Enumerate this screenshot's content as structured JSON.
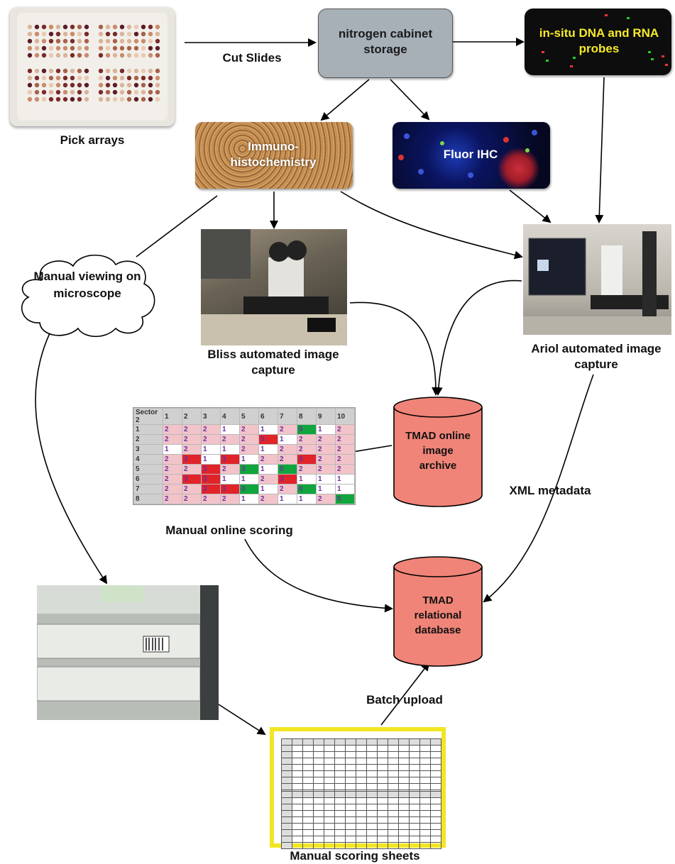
{
  "labels": {
    "pick_arrays": "Pick arrays",
    "cut_slides": "Cut Slides",
    "nitrogen_storage": "nitrogen cabinet storage",
    "insitu_probes": "in-situ DNA and RNA probes",
    "ihc": "Immuno-histochemistry",
    "fluor_ihc": "Fluor IHC",
    "manual_viewing": "Manual viewing on microscope",
    "bliss_capture": "Bliss automated image capture",
    "ariol_capture": "Ariol automated image capture",
    "tmad_archive": "TMAD online image archive",
    "xml_metadata": "XML metadata",
    "manual_online_scoring": "Manual online scoring",
    "tmad_database": "TMAD relational database",
    "batch_upload": "Batch upload",
    "manual_scoring_sheets": "Manual scoring sheets"
  },
  "scoring_grid": {
    "header": [
      "Sector 2",
      "1",
      "2",
      "3",
      "4",
      "5",
      "6",
      "7",
      "8",
      "9",
      "10"
    ],
    "rows": [
      [
        "1",
        "2",
        "2",
        "2",
        "1",
        "2",
        "1",
        "2",
        "0",
        "1",
        "2"
      ],
      [
        "2",
        "2",
        "2",
        "2",
        "2",
        "2",
        "3",
        "1",
        "2",
        "2",
        "2"
      ],
      [
        "3",
        "1",
        "2",
        "1",
        "1",
        "2",
        "1",
        "2",
        "2",
        "2",
        "2"
      ],
      [
        "4",
        "2",
        "3",
        "1",
        "3",
        "1",
        "2",
        "2",
        "3",
        "2",
        "2"
      ],
      [
        "5",
        "2",
        "2",
        "3",
        "2",
        "3",
        "1",
        "0",
        "2",
        "2",
        "2"
      ],
      [
        "6",
        "2",
        "3",
        "3",
        "1",
        "1",
        "2",
        "3",
        "1",
        "1",
        "1"
      ],
      [
        "7",
        "2",
        "2",
        "3",
        "3",
        "0",
        "1",
        "2",
        "0",
        "1",
        "1"
      ],
      [
        "8",
        "2",
        "2",
        "2",
        "2",
        "1",
        "2",
        "1",
        "1",
        "2",
        "0"
      ]
    ],
    "cell_colors": [
      [
        "pk",
        "pk",
        "pk",
        "wh",
        "pk",
        "wh",
        "pk",
        "gr",
        "wh",
        "pk"
      ],
      [
        "pk",
        "pk",
        "pk",
        "pk",
        "pk",
        "rd",
        "wh",
        "pk",
        "pk",
        "pk"
      ],
      [
        "wh",
        "pk",
        "wh",
        "wh",
        "pk",
        "wh",
        "pk",
        "pk",
        "pk",
        "pk"
      ],
      [
        "pk",
        "rd",
        "wh",
        "rd",
        "wh",
        "pk",
        "pk",
        "rd",
        "pk",
        "pk"
      ],
      [
        "pk",
        "pk",
        "rd",
        "pk",
        "gr",
        "wh",
        "gr",
        "pk",
        "pk",
        "pk"
      ],
      [
        "pk",
        "rd",
        "rd",
        "wh",
        "wh",
        "pk",
        "rd",
        "wh",
        "wh",
        "wh"
      ],
      [
        "pk",
        "pk",
        "rd",
        "rd",
        "gr",
        "wh",
        "pk",
        "gr",
        "wh",
        "wh"
      ],
      [
        "pk",
        "pk",
        "pk",
        "pk",
        "wh",
        "pk",
        "wh",
        "wh",
        "pk",
        "gr"
      ]
    ]
  },
  "colors": {
    "cylinder_fill": "#f08478",
    "storage_fill": "#a7b0b7",
    "probe_text": "#f7e92a",
    "sheet_border": "#f2e624"
  }
}
